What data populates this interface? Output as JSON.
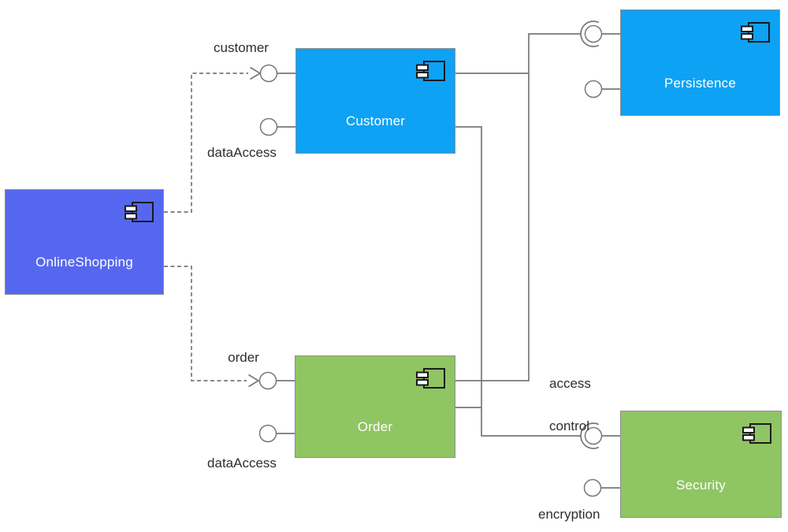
{
  "diagram": {
    "kind": "uml-component-diagram",
    "components": {
      "onlineshopping": {
        "label": "OnlineShopping",
        "color": "#5667EF"
      },
      "customer": {
        "label": "Customer",
        "color": "#0EA2F4"
      },
      "persistence": {
        "label": "Persistence",
        "color": "#0EA2F4"
      },
      "order": {
        "label": "Order",
        "color": "#8FC563"
      },
      "security": {
        "label": "Security",
        "color": "#8FC563"
      }
    },
    "interface_labels": {
      "customer": "customer",
      "customer_dataaccess": "dataAccess",
      "order": "order",
      "order_dataaccess": "dataAccess",
      "access_control_line1": "access",
      "access_control_line2": "control",
      "encryption": "encryption"
    },
    "connections": [
      {
        "from": "OnlineShopping",
        "to": "Customer",
        "via": "customer",
        "type": "dependency-dashed-arrow"
      },
      {
        "from": "OnlineShopping",
        "to": "Order",
        "via": "order",
        "type": "dependency-dashed-arrow"
      },
      {
        "from": "Customer",
        "to": "Persistence",
        "type": "assembly-ball-socket"
      },
      {
        "from": "Order",
        "to": "Persistence",
        "type": "assembly-ball-socket"
      },
      {
        "from": "Customer",
        "to": "Security",
        "via": "access control",
        "type": "assembly-ball-socket"
      },
      {
        "from": "Order",
        "to": "Security",
        "via": "access control",
        "type": "assembly-ball-socket"
      },
      {
        "component": "Customer",
        "provides": [
          "customer",
          "dataAccess"
        ]
      },
      {
        "component": "Order",
        "provides": [
          "order",
          "dataAccess"
        ]
      },
      {
        "component": "Security",
        "provides": [
          "access control",
          "encryption"
        ]
      }
    ],
    "palette": {
      "line": "#777777",
      "box_border": "#8F8F8F",
      "label_text": "#2E2E2E",
      "component_text": "#FFFFFF",
      "icon_stroke": "#1A1A1A",
      "background": "#FFFFFF"
    }
  }
}
